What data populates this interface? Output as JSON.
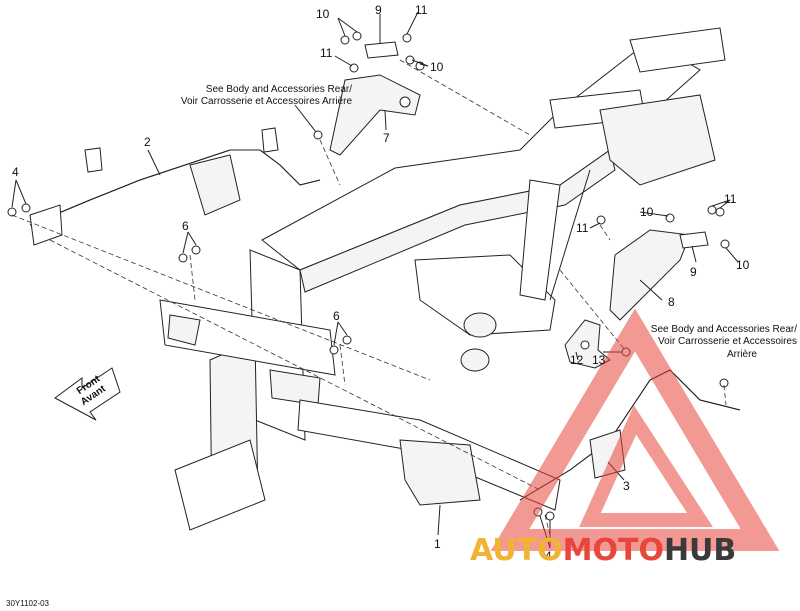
{
  "callouts": {
    "c1": "1",
    "c2": "2",
    "c3": "3",
    "c4a": "4",
    "c4b": "4",
    "c6a": "6",
    "c6b": "6",
    "c7": "7",
    "c8": "8",
    "c9a": "9",
    "c9b": "9",
    "c10a": "10",
    "c10b": "10",
    "c10c": "10",
    "c10d": "10",
    "c11a": "11",
    "c11b": "11",
    "c11c": "11",
    "c11d": "11",
    "c12": "12",
    "c13": "13"
  },
  "notes": {
    "rear_top": {
      "line1": "See Body and Accessories Rear/",
      "line2": "Voir Carrosserie et Accessoires Arrière"
    },
    "rear_right": {
      "line1": "See Body and Accessories Rear/",
      "line2": "Voir Carrosserie et Accessoires",
      "line3": "Arrière"
    }
  },
  "direction_arrow": {
    "line1": "Front",
    "line2": "Avant"
  },
  "diagram_code": "30Y1102-03",
  "watermark": {
    "part1": "AUTO",
    "part2": "MOTO",
    "part3": "HUB",
    "color_primary": "#f2b233",
    "color_secondary": "#e8453c",
    "color_tertiary": "#3a3a3a"
  }
}
